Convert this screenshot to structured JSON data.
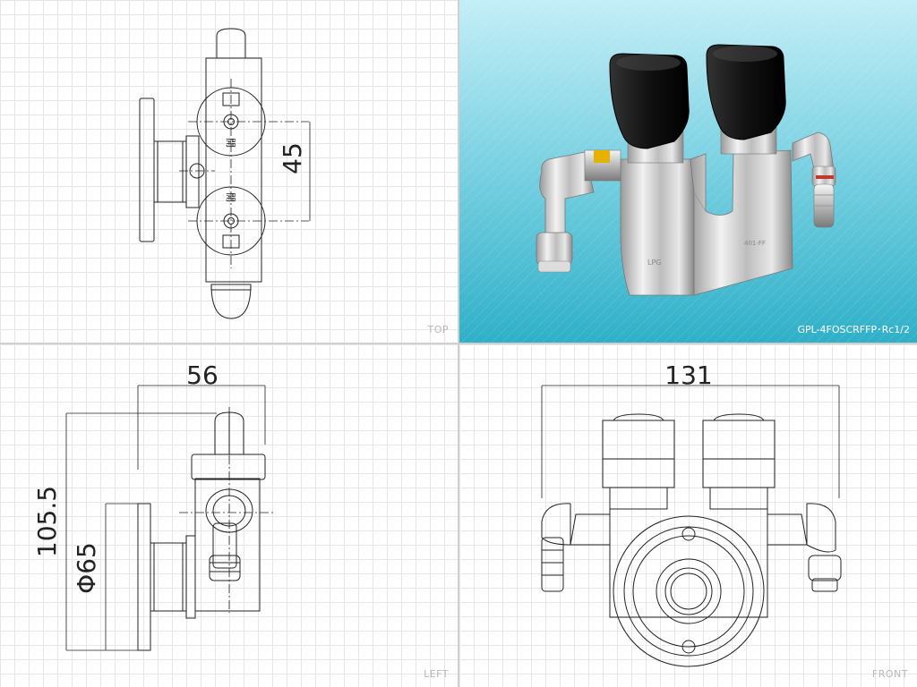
{
  "views": {
    "top": {
      "label": "TOP",
      "dimension": "45"
    },
    "photo": {
      "caption": "GPL-4FOSCRFFP･Rc1/2"
    },
    "left": {
      "label": "LEFT",
      "dim_width": "56",
      "dim_height": "105.5",
      "dim_diameter": "Φ65"
    },
    "front": {
      "label": "FRONT",
      "dim_width": "131"
    }
  }
}
